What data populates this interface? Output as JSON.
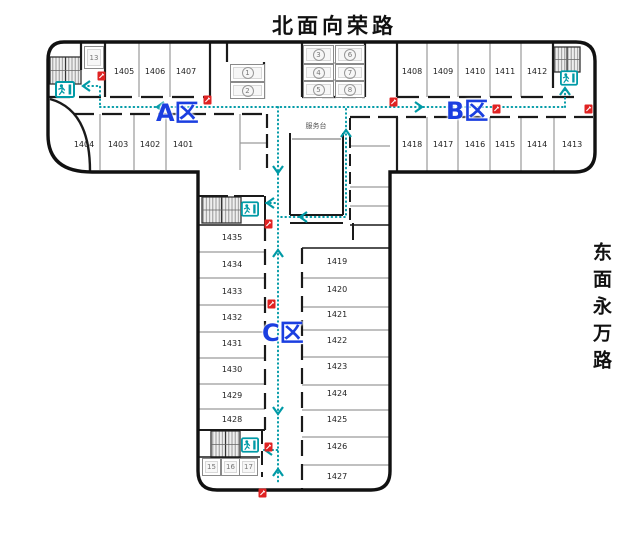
{
  "page": {
    "title_top": "北面向荣路",
    "side_label": "东面永万路"
  },
  "zones": {
    "a": "A区",
    "b": "B区",
    "c": "C区"
  },
  "service_desk": {
    "label": "服务台"
  },
  "rooms": {
    "top_left_upper": [
      "1405",
      "1406",
      "1407"
    ],
    "top_right_upper": [
      "1408",
      "1409",
      "1410",
      "1411",
      "1412"
    ],
    "top_left_lower": [
      "1404",
      "1403",
      "1402",
      "1401"
    ],
    "top_right_lower": [
      "1418",
      "1417",
      "1416",
      "1415",
      "1414",
      "1413"
    ],
    "stem_left": [
      "1435",
      "1434",
      "1433",
      "1432",
      "1431",
      "1430",
      "1429",
      "1428"
    ],
    "stem_right": [
      "1419",
      "1420",
      "1421",
      "1422",
      "1423",
      "1424",
      "1425",
      "1426",
      "1427"
    ]
  },
  "stalls": {
    "top_left": "13",
    "pair": [
      "1",
      "2"
    ],
    "grid": [
      "3",
      "4",
      "5",
      "6",
      "7",
      "8"
    ],
    "bottom": [
      "15",
      "16",
      "17"
    ]
  },
  "icons": {
    "exit": "emergency-exit-running-man",
    "fire": "fire-extinguisher-marker",
    "stairs": "staircase-hatch",
    "route": "evacuation-route-dotted"
  },
  "colors": {
    "route_teal": "#009aa6",
    "zone_blue": "#1b3fe0",
    "marker_red": "#e02222",
    "wall_black": "#1a1a1a",
    "partition_gray": "#9a9a9a"
  }
}
